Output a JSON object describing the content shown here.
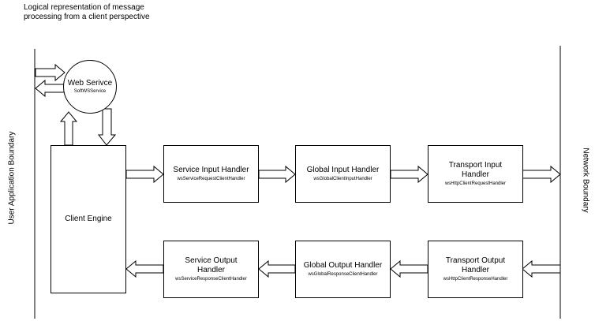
{
  "title": "Logical representation of message processing from a client perspective",
  "boundaries": {
    "left": "User Application Boundary",
    "right": "Network Boundary"
  },
  "web_service": {
    "name": "Web Serivce",
    "class": "SoftWSService"
  },
  "client_engine": {
    "name": "Client Engine"
  },
  "input_handlers": [
    {
      "name": "Service Input Handler",
      "class": "wsServiceRequestClientHandler"
    },
    {
      "name": "Global Input Handler",
      "class": "wsGlobalClientInputHandler"
    },
    {
      "name": "Transport Input Handler",
      "class": "wsHttpClientRequestHandler"
    }
  ],
  "output_handlers": [
    {
      "name": "Service Output Handler",
      "class": "wsServiceResponseClientHandler"
    },
    {
      "name": "Global Output Handler",
      "class": "wsGlobalResponseClientHandler"
    },
    {
      "name": "Transport Output Handler",
      "class": "wsHttpClientResponseHandler"
    }
  ]
}
